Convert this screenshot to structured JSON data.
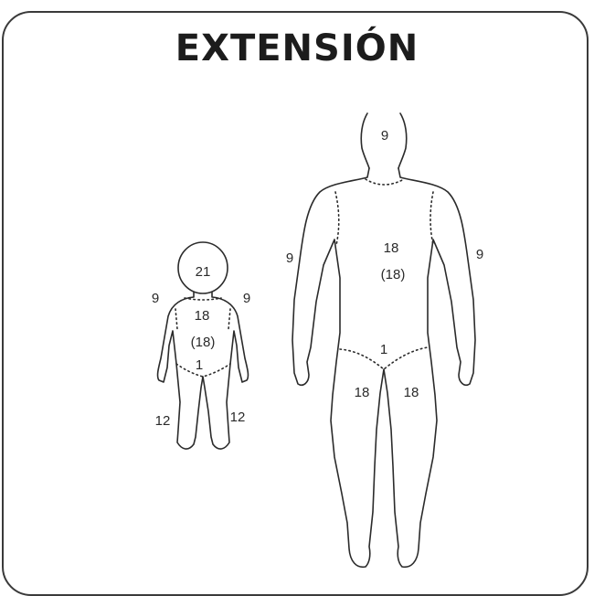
{
  "title": "EXTENSIÓN",
  "child": {
    "head": "21",
    "left_arm": "9",
    "right_arm": "9",
    "trunk": "18",
    "trunk_back": "(18)",
    "genitals": "1",
    "left_leg": "12",
    "right_leg": "12"
  },
  "adult": {
    "head": "9",
    "left_arm": "9",
    "right_arm": "9",
    "trunk": "18",
    "trunk_back": "(18)",
    "genitals": "1",
    "left_leg": "18",
    "right_leg": "18"
  }
}
